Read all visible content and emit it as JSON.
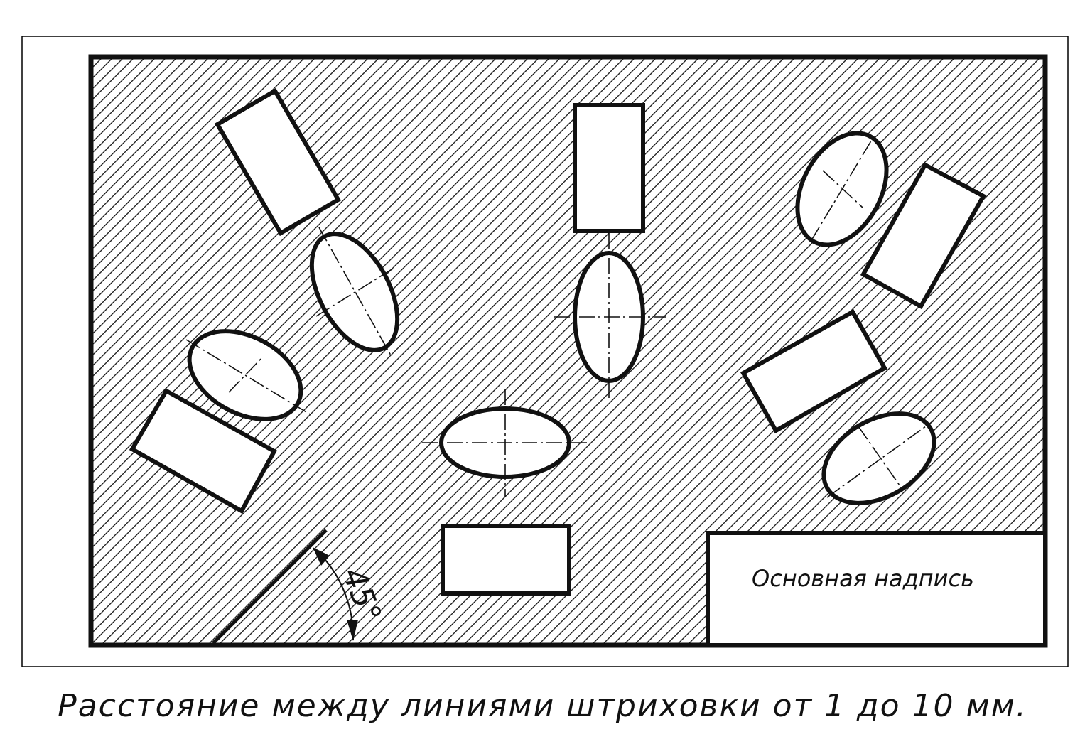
{
  "title_block": {
    "label": "Основная надпись"
  },
  "angle": {
    "label": "45°"
  },
  "caption": {
    "text": "Расстояние между линиями штриховки от 1 до 10 мм."
  },
  "colors": {
    "line": "#111111",
    "background": "#ffffff"
  }
}
